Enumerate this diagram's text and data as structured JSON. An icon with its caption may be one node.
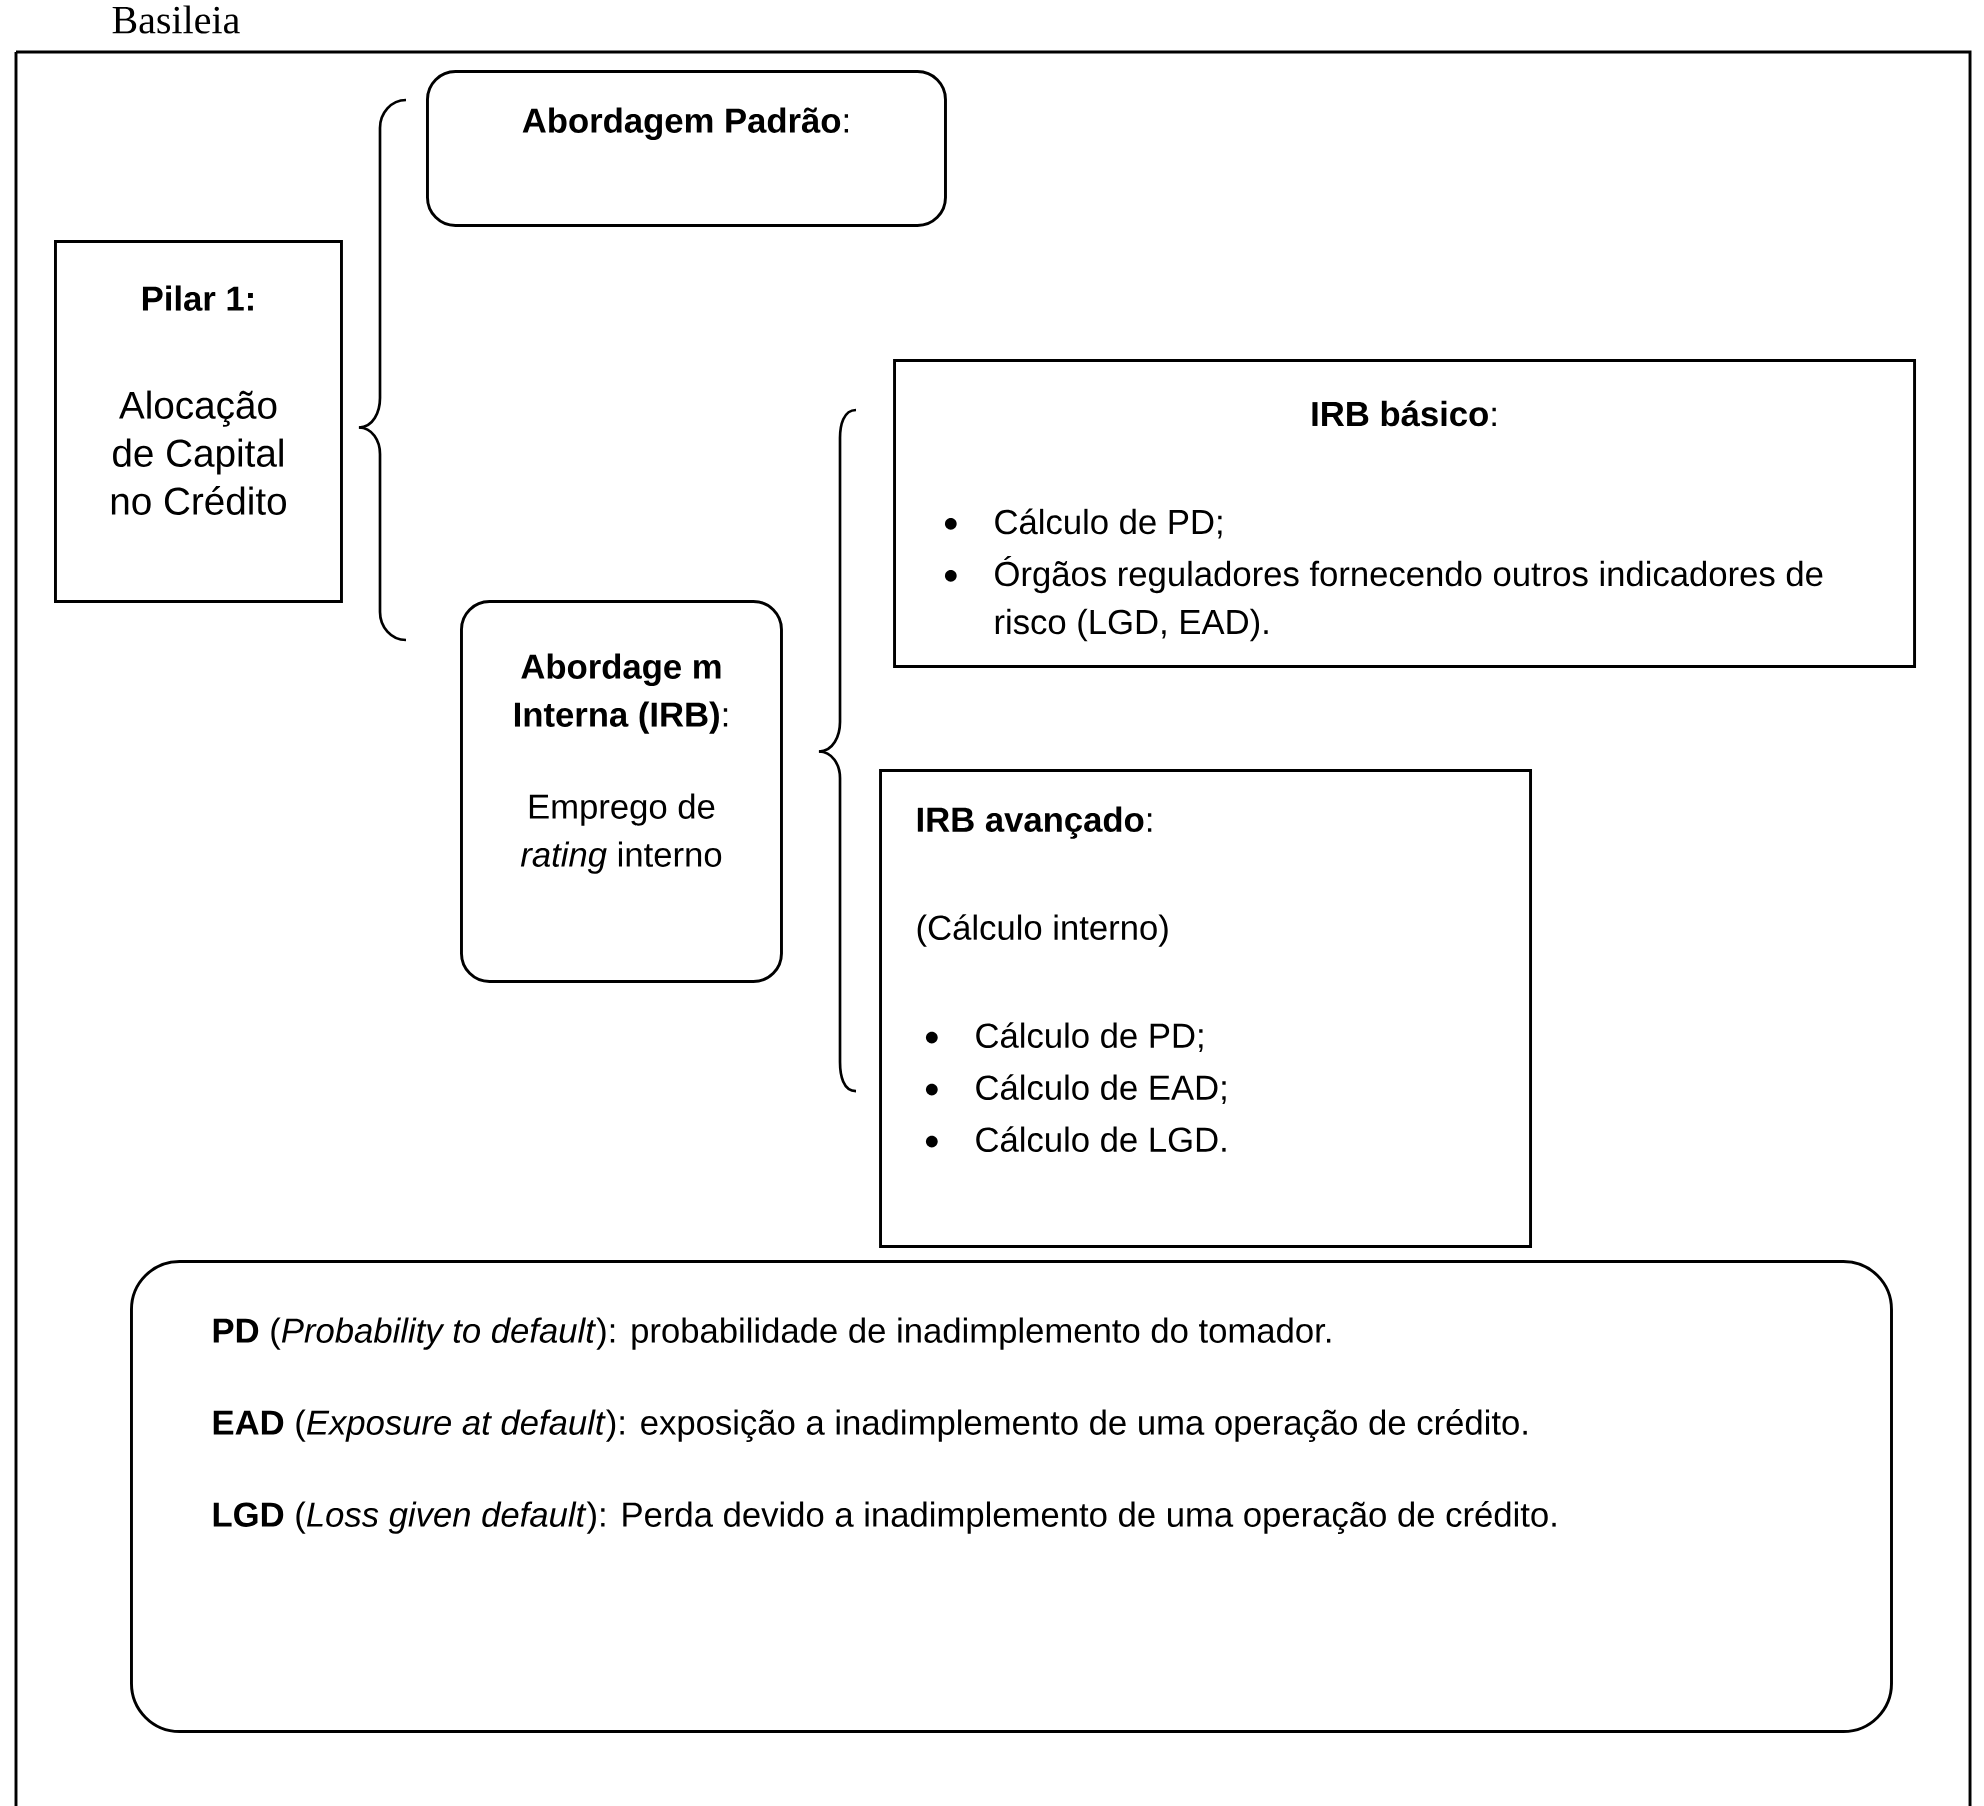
{
  "diagram": {
    "title": "Basileia",
    "nodes": [
      {
        "text": [
          "Pilar 1:",
          "Alocação de Capital no Crédito"
        ]
      },
      {
        "text": [
          "**Abordagem Padrão**:"
        ]
      },
      {
        "text": [
          "**Abordage m Interna (IRB)**:",
          "Emprego de *rating* interno"
        ]
      },
      {
        "text": [
          "**IRB básico**:",
          "Cálculo de PD;",
          "Órgãos reguladores fornecendo outros indicadores de risco (LGD, EAD)."
        ]
      },
      {
        "text": [
          "**IRB avançado**:",
          "(Cálculo interno)",
          "Cálculo de PD;",
          "Cálculo de EAD;",
          "Cálculo de LGD."
        ]
      },
      {
        "text": [
          "**PD** (*Probability to default*): probabilidade de inadimplemento do tomador.",
          "**EAD** (*Exposure at default*): exposição a inadimplemento de uma operação de crédito.",
          "**LGD** (*Loss given default*): Perda devido a inadimplemento de uma operação de crédito."
        ]
      }
    ],
    "edges": [
      {
        "from": 0,
        "to": 1,
        "arrow": "none"
      },
      {
        "from": 0,
        "to": 2,
        "arrow": "none"
      },
      {
        "from": 2,
        "to": 3,
        "arrow": "none"
      },
      {
        "from": 2,
        "to": 4,
        "arrow": "none"
      }
    ]
  }
}
